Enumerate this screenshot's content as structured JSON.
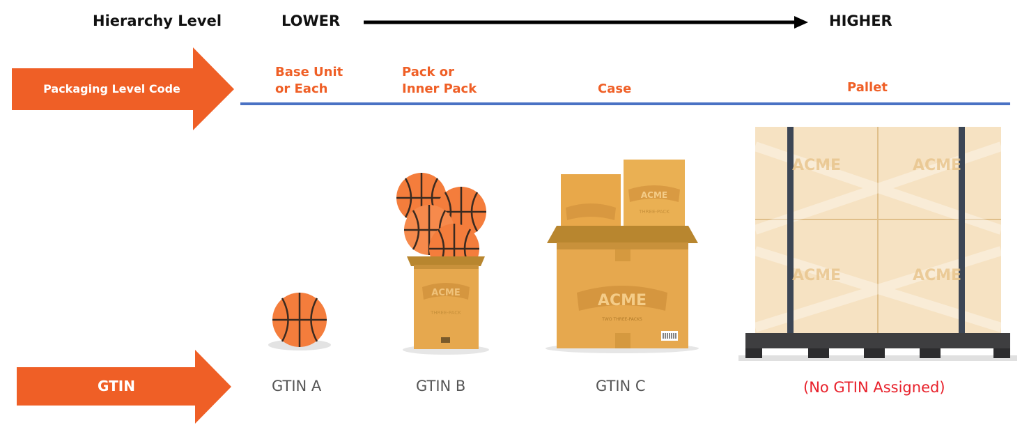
{
  "header": {
    "hierarchy_label": "Hierarchy Level",
    "lower": "LOWER",
    "higher": "HIGHER"
  },
  "packaging": {
    "arrow_label": "Packaging Level Code",
    "base_unit_line1": "Base Unit",
    "base_unit_line2": "or Each",
    "pack_line1": "Pack or",
    "pack_line2": "Inner Pack",
    "case": "Case",
    "pallet": "Pallet"
  },
  "gtin": {
    "arrow_label": "GTIN",
    "a": "GTIN A",
    "b": "GTIN B",
    "c": "GTIN C",
    "none": "(No GTIN Assigned)"
  },
  "branding": {
    "box_logo": "ACME",
    "three_pack": "THREE-PACK",
    "two_three_packs": "TWO THREE-PACKS"
  },
  "colors": {
    "accent_orange": "#ef5f26",
    "divider_blue": "#4a72c4",
    "no_gtin_red": "#e8202a"
  }
}
